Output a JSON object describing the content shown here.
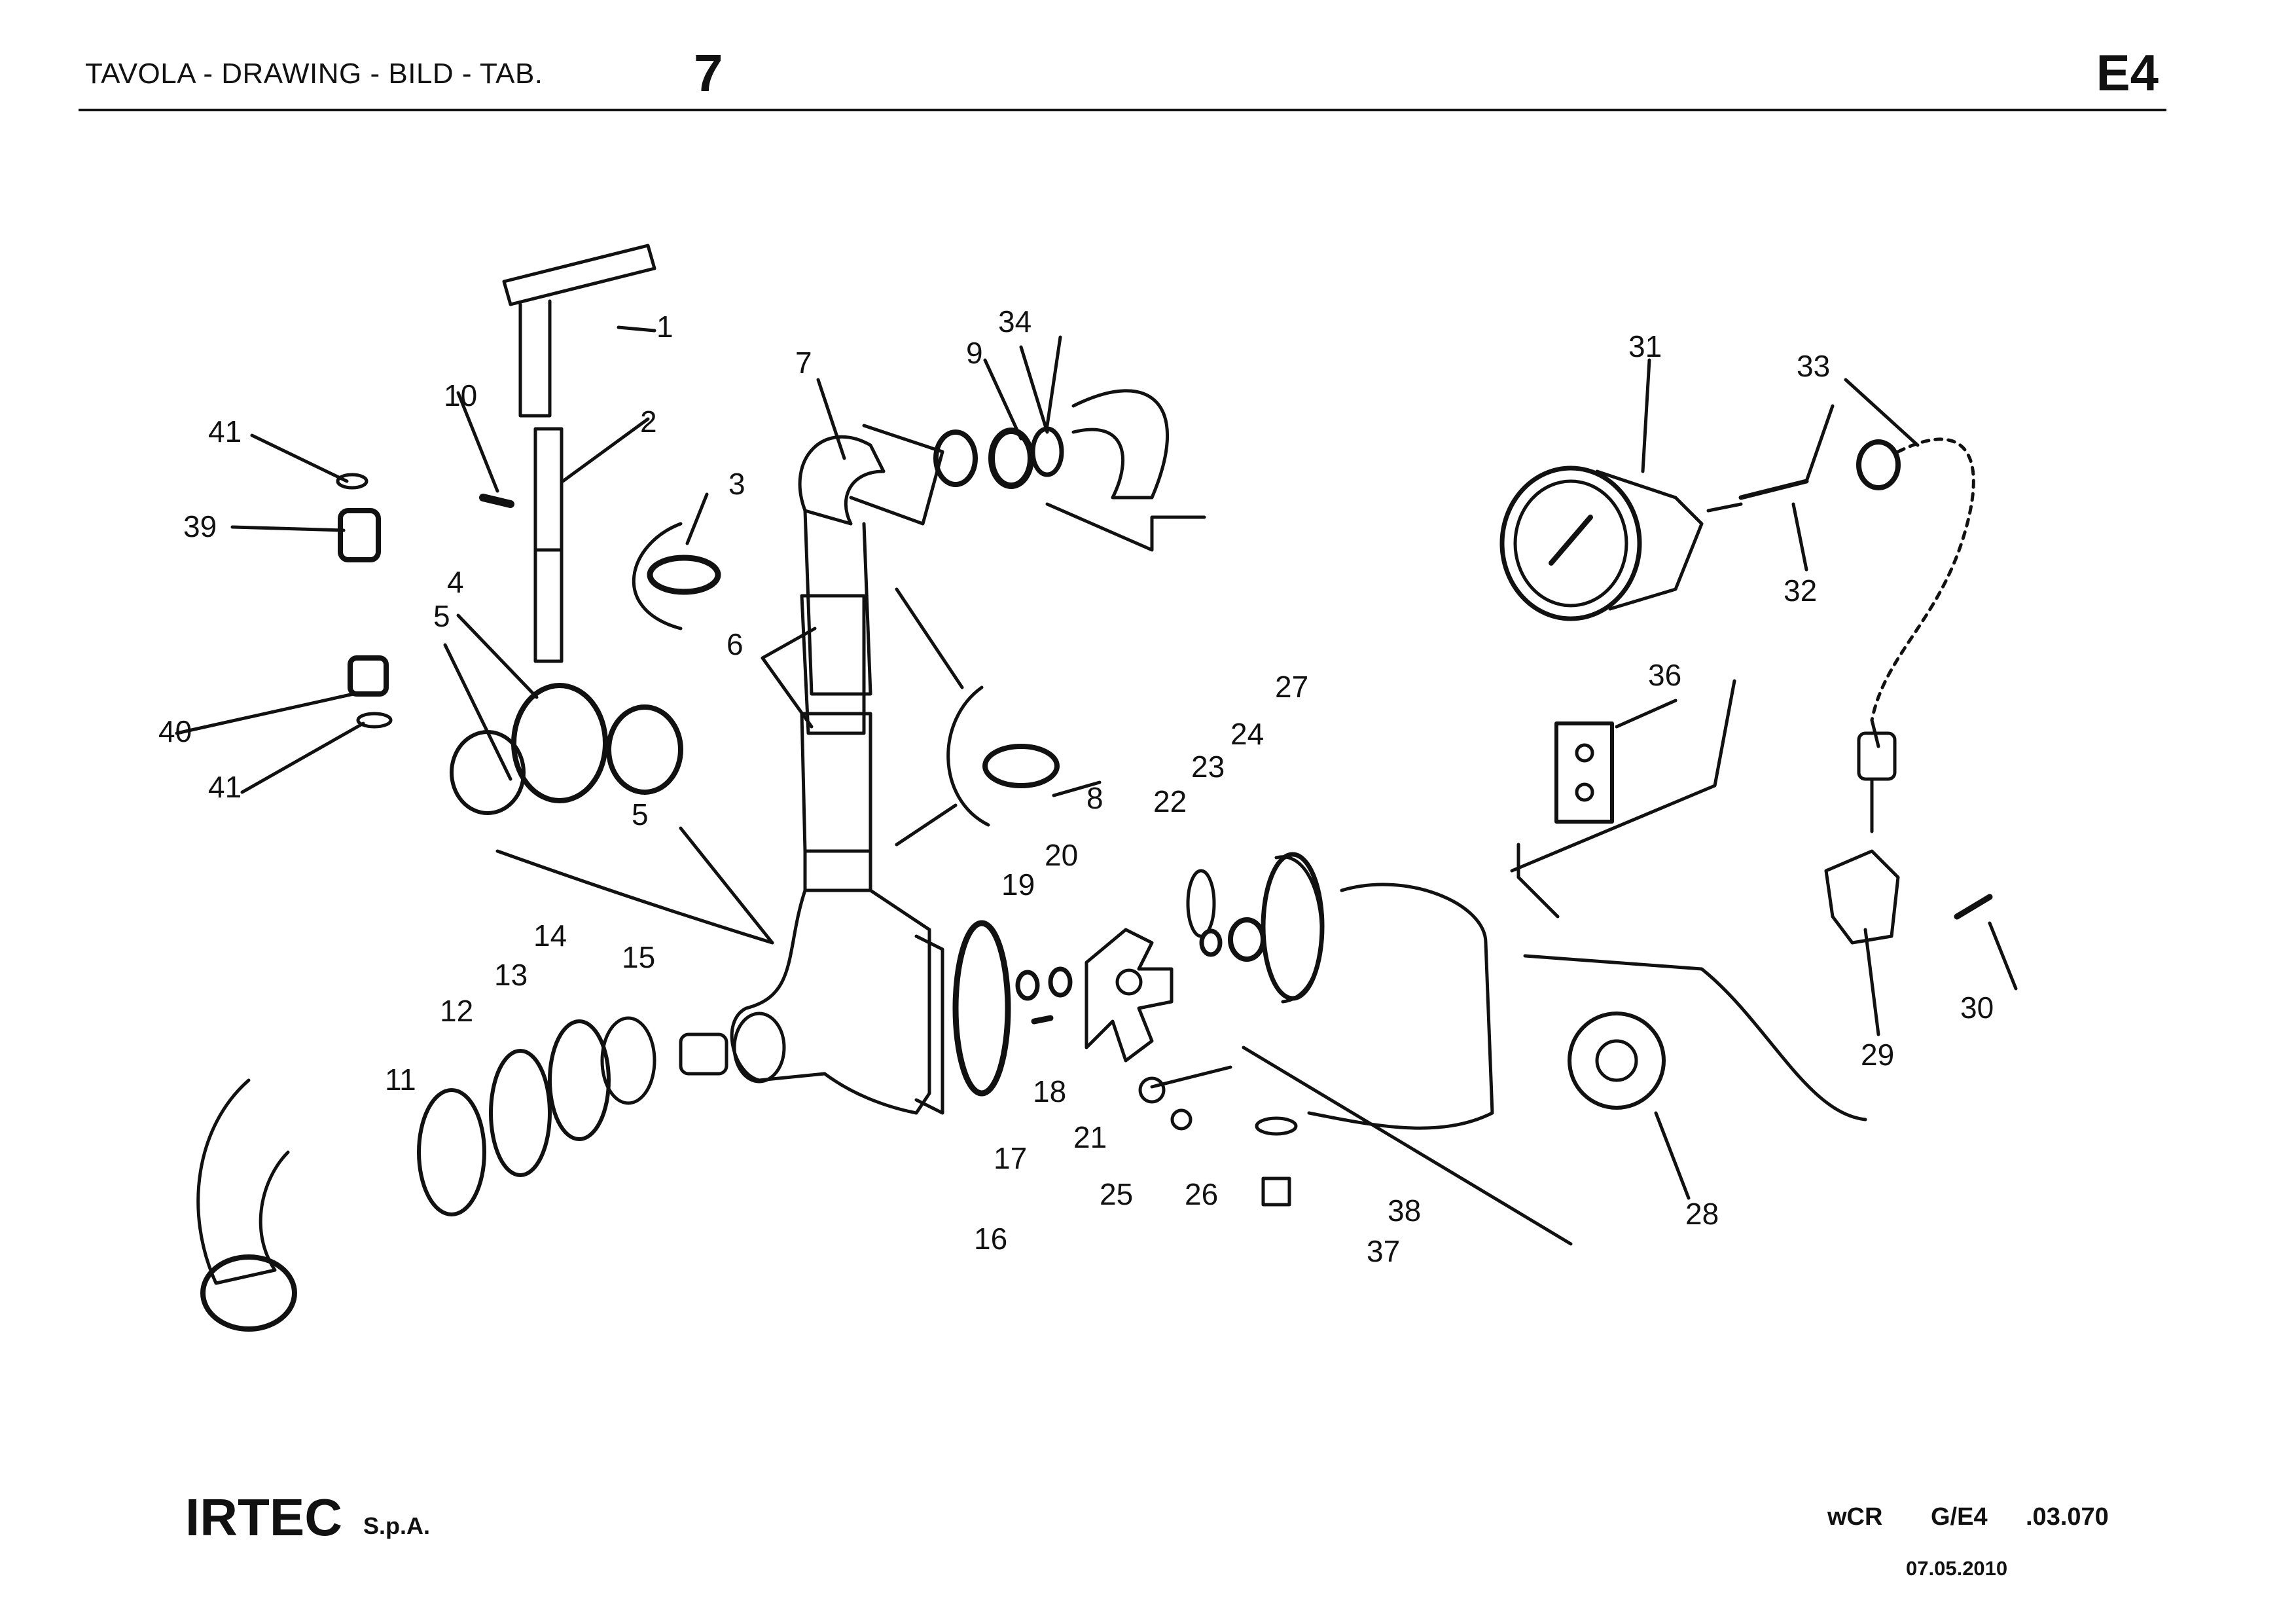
{
  "header": {
    "title": "TAVOLA - DRAWING - BILD - TAB.",
    "table_number": "7",
    "section": "E4"
  },
  "callouts": [
    "1",
    "2",
    "3",
    "4",
    "5",
    "5",
    "6",
    "7",
    "8",
    "9",
    "10",
    "11",
    "12",
    "13",
    "14",
    "15",
    "16",
    "17",
    "18",
    "19",
    "20",
    "21",
    "22",
    "23",
    "24",
    "25",
    "26",
    "27",
    "28",
    "29",
    "30",
    "31",
    "32",
    "33",
    "34",
    "36",
    "37",
    "38",
    "39",
    "40",
    "41",
    "41"
  ],
  "footer": {
    "brand": "IRTEC",
    "brand_suffix": "S.p.A.",
    "code_1": "wCR",
    "code_2": "G/E4",
    "code_3": ".03.070",
    "date": "07.05.2010"
  }
}
